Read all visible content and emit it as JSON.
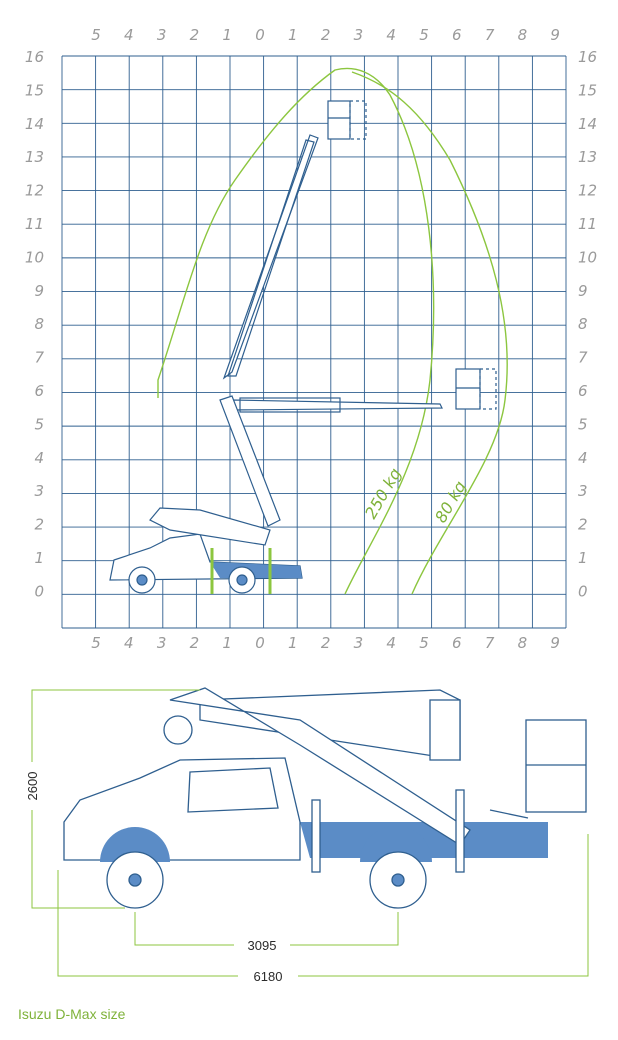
{
  "colors": {
    "grid": "#2f5f8f",
    "envelope": "#8cc63f",
    "truck_fill": "#5b8cc6",
    "line": "#2f5f8f",
    "tick_text": "#9a9a9a",
    "caption": "#7fb23a",
    "dim_line": "#8cc63f"
  },
  "working_diagram": {
    "top_x_labels": [
      "5",
      "4",
      "3",
      "2",
      "1",
      "0",
      "1",
      "2",
      "3",
      "4",
      "5",
      "6",
      "7",
      "8",
      "9"
    ],
    "bottom_x_labels": [
      "5",
      "4",
      "3",
      "2",
      "1",
      "0",
      "1",
      "2",
      "3",
      "4",
      "5",
      "6",
      "7",
      "8",
      "9"
    ],
    "y_labels": [
      "16",
      "15",
      "14",
      "13",
      "12",
      "11",
      "10",
      "9",
      "8",
      "7",
      "6",
      "5",
      "4",
      "3",
      "2",
      "1",
      "0"
    ],
    "load_labels": [
      "250 kg",
      "80 kg"
    ]
  },
  "truck_dimensions": {
    "height": "2600",
    "wheelbase": "3095",
    "length": "6180"
  },
  "caption": "Isuzu D-Max size"
}
